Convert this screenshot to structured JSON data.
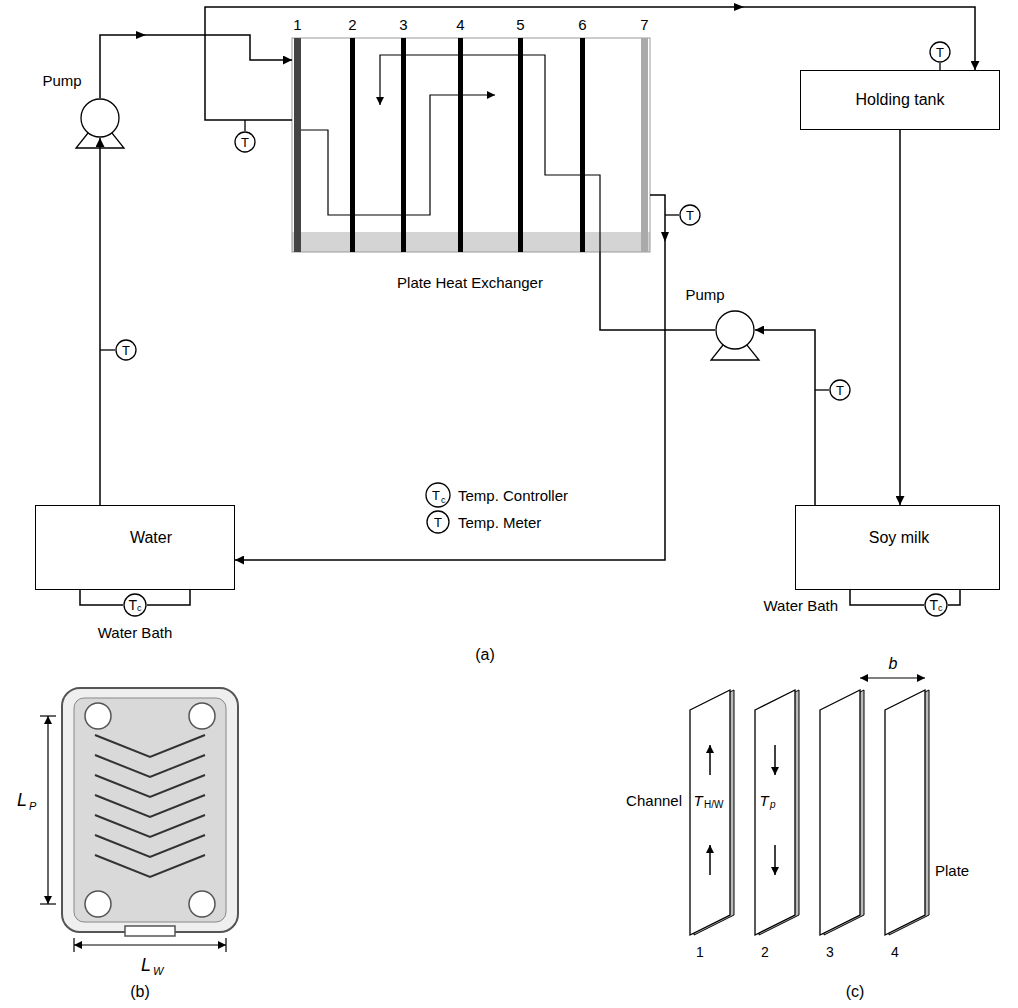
{
  "diagram": {
    "nodes": [
      {
        "text": [
          "1",
          "2",
          "3",
          "4",
          "5",
          "6",
          "7",
          "Plate Heat Exchanger"
        ]
      },
      {
        "text": [
          "Pump"
        ]
      },
      {
        "text": [
          "T"
        ]
      },
      {
        "text": [
          "Holding tank"
        ]
      },
      {
        "text": [
          "T"
        ]
      },
      {
        "text": [
          "T"
        ]
      },
      {
        "text": [
          "Pump"
        ]
      },
      {
        "text": [
          "T"
        ]
      },
      {
        "text": [
          "T"
        ]
      },
      {
        "text": [
          "Water"
        ]
      },
      {
        "text": [
          "T",
          "c"
        ]
      },
      {
        "text": [
          "Soy milk"
        ]
      },
      {
        "text": [
          "T",
          "c"
        ]
      }
    ],
    "edges": [
      {
        "from": 9,
        "to": 1,
        "arrow": "to"
      },
      {
        "from": 1,
        "to": 0,
        "arrow": "to"
      },
      {
        "from": 0,
        "to": 3,
        "arrow": "to"
      },
      {
        "from": 3,
        "to": 11,
        "arrow": "to"
      },
      {
        "from": 11,
        "to": 6,
        "arrow": "to"
      },
      {
        "from": 6,
        "to": 0,
        "arrow": "none"
      },
      {
        "from": 0,
        "to": 9,
        "arrow": "to"
      },
      {
        "from": 10,
        "to": 9,
        "arrow": "none"
      },
      {
        "from": 10,
        "to": 9,
        "arrow": "none"
      },
      {
        "from": 12,
        "to": 11,
        "arrow": "none"
      },
      {
        "from": 12,
        "to": 11,
        "arrow": "none"
      }
    ],
    "labels": [
      "(a)",
      "Water Bath",
      "Water Bath",
      "T",
      "c",
      "T",
      "(b)",
      "L",
      "P",
      "L",
      "W",
      "(c)",
      "Channel",
      "Plate",
      "T",
      "H/W",
      "T",
      "p",
      "b",
      "1",
      "2",
      "3",
      "4"
    ],
    "legend": [
      {
        "text": "Temp. Controller"
      },
      {
        "text": "Temp. Meter"
      }
    ]
  }
}
